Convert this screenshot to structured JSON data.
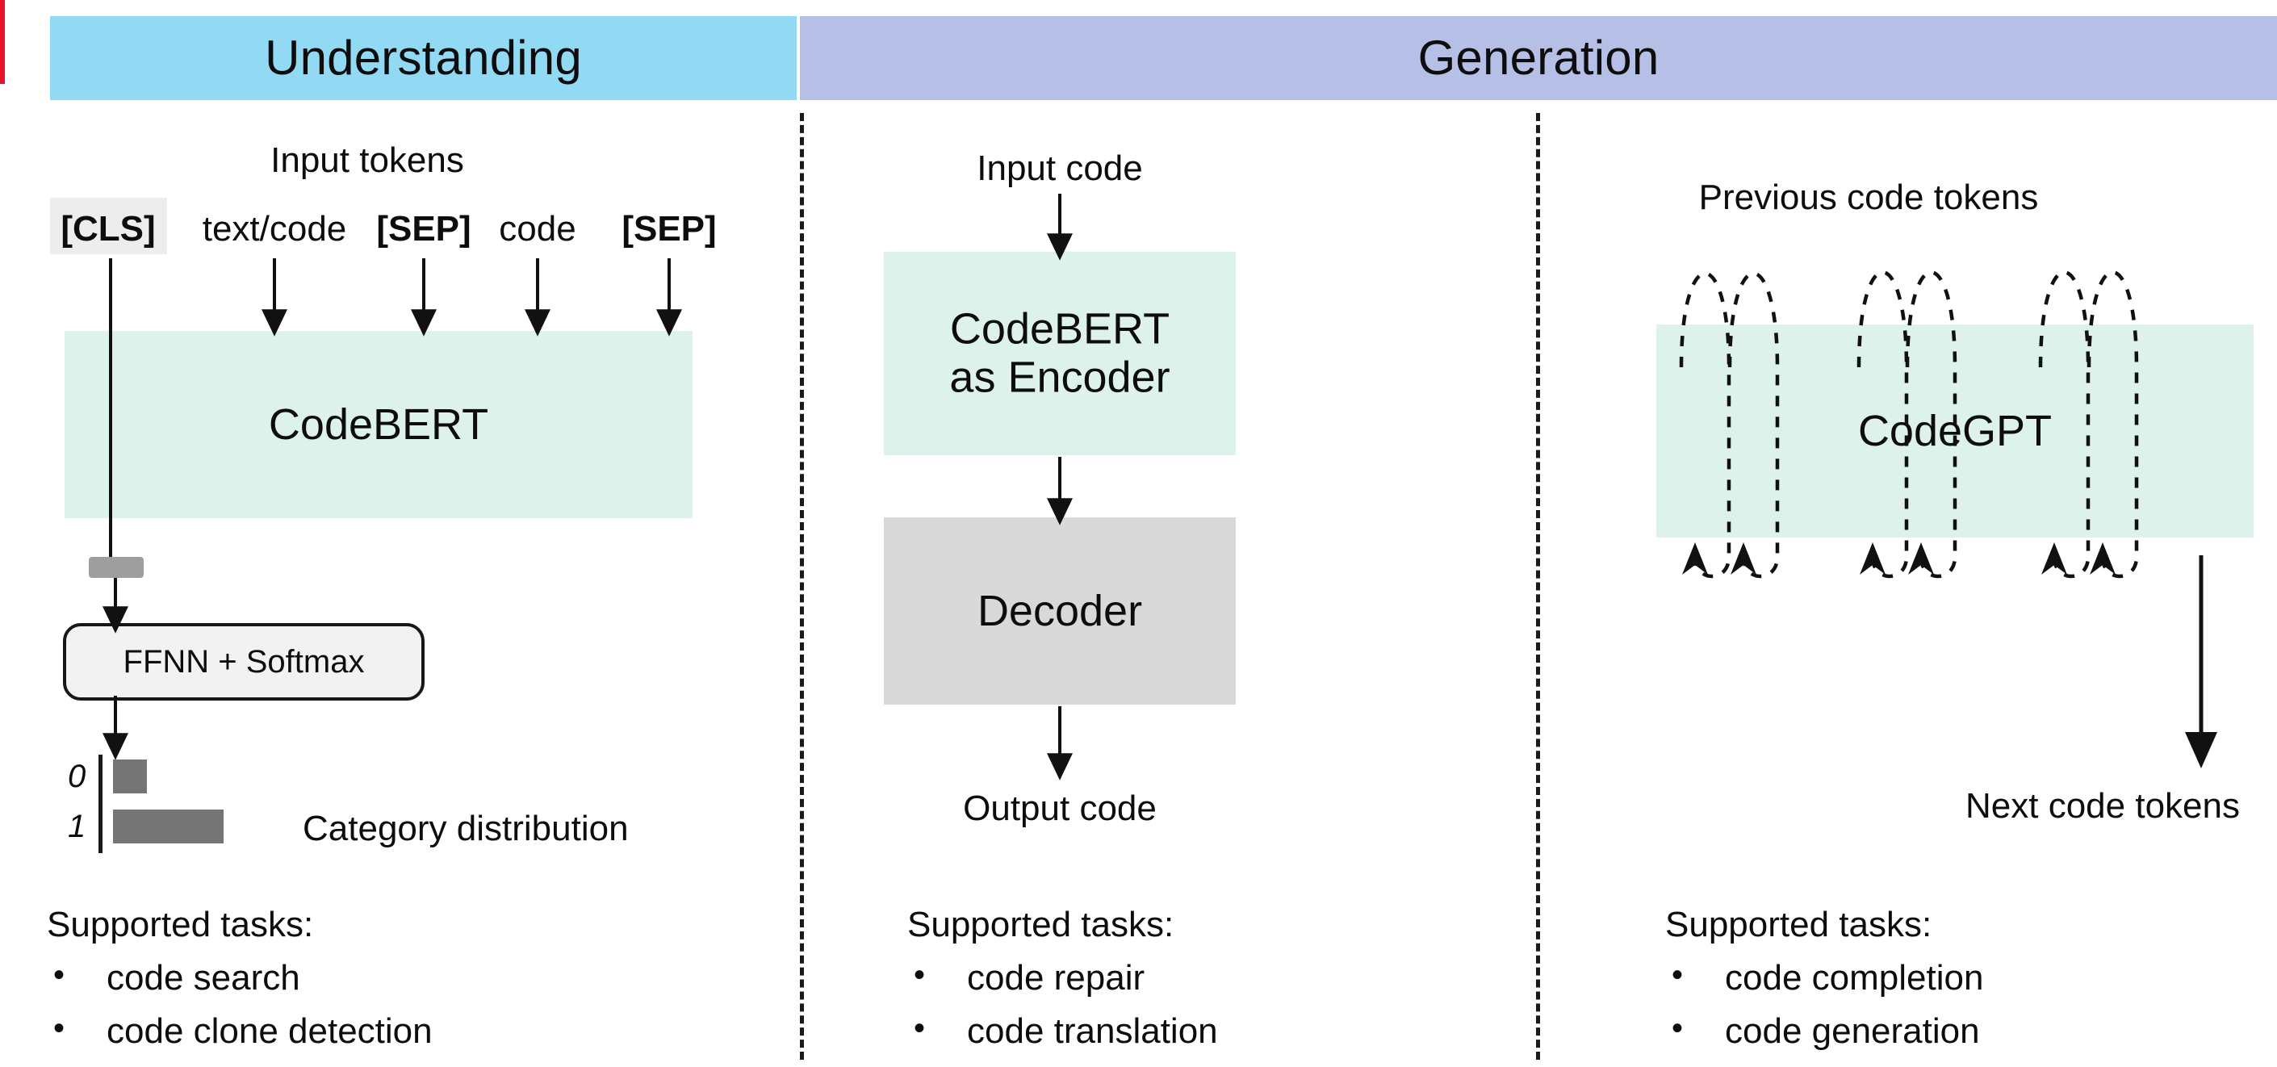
{
  "header": {
    "bands": [
      {
        "id": "understanding",
        "label": "Understanding",
        "color": "#92daf4"
      },
      {
        "id": "generation",
        "label": "Generation",
        "color": "#b6bfe5"
      }
    ],
    "split_color": "#e8122b"
  },
  "colors": {
    "green_box": "#ddf2eb",
    "gray_box": "#d9d9d9",
    "chip_gray": "#ededed",
    "bar_gray": "#757575",
    "ffnn_fill": "#f2f2f2",
    "stroke": "#1a1a1a"
  },
  "left_column": {
    "input_caption": "Input tokens",
    "tokens": [
      {
        "text": "[CLS]",
        "bold": true,
        "boxed": true
      },
      {
        "text": "text/code",
        "bold": false,
        "boxed": false
      },
      {
        "text": "[SEP]",
        "bold": true,
        "boxed": false
      },
      {
        "text": "code",
        "bold": false,
        "boxed": false
      },
      {
        "text": "[SEP]",
        "bold": true,
        "boxed": false
      }
    ],
    "model_box_label": "CodeBERT",
    "ffnn_label": "FFNN + Softmax",
    "distribution_caption": "Category distribution",
    "tasks": {
      "heading": "Supported tasks:",
      "items": [
        "code search",
        "code clone detection"
      ]
    }
  },
  "middle_column": {
    "input_caption": "Input code",
    "encoder_box_label": "CodeBERT\nas Encoder",
    "decoder_box_label": "Decoder",
    "output_caption": "Output code",
    "tasks": {
      "heading": "Supported tasks:",
      "items": [
        "code repair",
        "code translation"
      ]
    }
  },
  "right_column": {
    "input_caption": "Previous code tokens",
    "model_box_label": "CodeGPT",
    "output_caption": "Next code tokens",
    "tasks": {
      "heading": "Supported tasks:",
      "items": [
        "code completion",
        "code generation"
      ]
    }
  },
  "chart_data": {
    "type": "bar",
    "title": "Category distribution",
    "orientation": "horizontal",
    "categories": [
      "0",
      "1"
    ],
    "values": [
      0.22,
      0.72
    ],
    "xlabel": "",
    "ylabel": "",
    "xlim": [
      0,
      1
    ],
    "grid": false,
    "legend": null,
    "bar_color": "#757575"
  }
}
